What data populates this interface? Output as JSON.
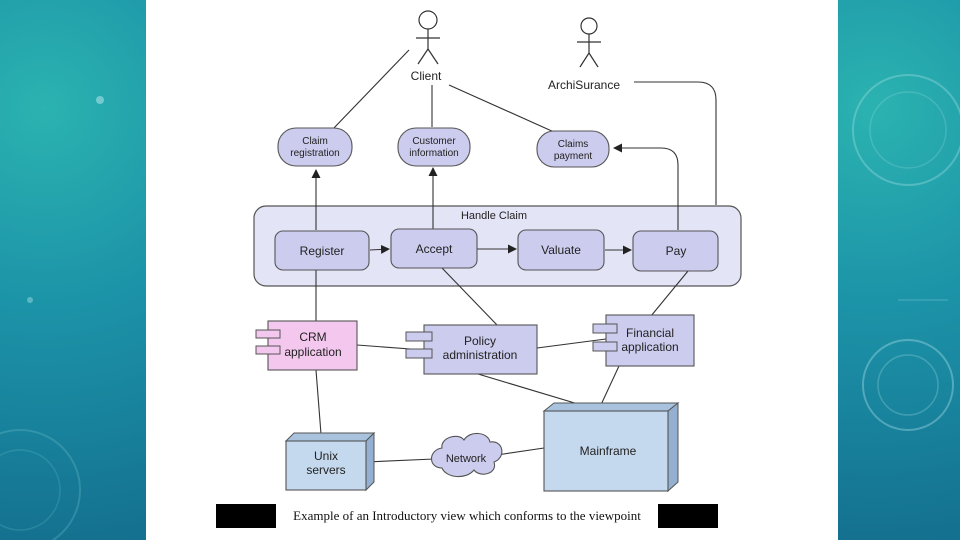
{
  "actors": {
    "client": "Client",
    "archisurance": "ArchiSurance"
  },
  "services": {
    "claim_registration": [
      "Claim",
      "registration"
    ],
    "customer_information": [
      "Customer",
      "information"
    ],
    "claims_payment": [
      "Claims",
      "payment"
    ]
  },
  "process": {
    "title": "Handle Claim",
    "steps": {
      "register": "Register",
      "accept": "Accept",
      "valuate": "Valuate",
      "pay": "Pay"
    }
  },
  "applications": {
    "crm": [
      "CRM",
      "application"
    ],
    "policy": [
      "Policy",
      "administration"
    ],
    "financial": [
      "Financial",
      "application"
    ]
  },
  "infrastructure": {
    "unix": [
      "Unix",
      "servers"
    ],
    "network": "Network",
    "mainframe": "Mainframe"
  },
  "caption": "Example of an Introductory view which conforms to the viewpoint",
  "colors": {
    "service_fill": "#ccccee",
    "process_fill": "#e4e4f7",
    "crm_fill": "#f4c8ee",
    "node_fill": "#c5d9ee",
    "outline": "#555555"
  }
}
